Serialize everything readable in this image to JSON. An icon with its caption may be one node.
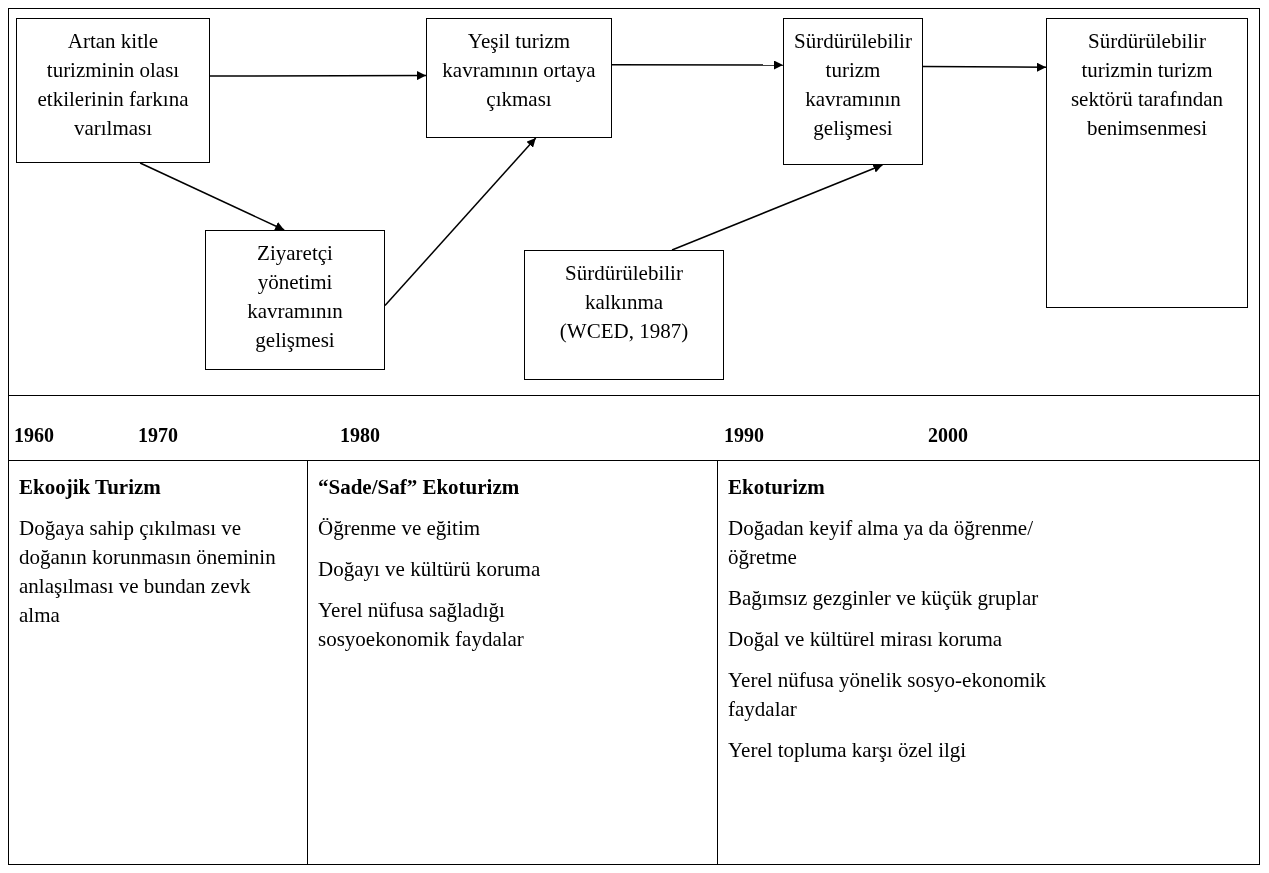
{
  "diagram": {
    "nodes": [
      {
        "text": [
          "Artan kitle turizminin olası etkilerinin farkına varılması"
        ]
      },
      {
        "text": [
          "Yeşil turizm kavramının ortaya çıkması"
        ]
      },
      {
        "text": [
          "Sürdürülebilir turizm kavramının gelişmesi"
        ]
      },
      {
        "text": [
          "Sürdürülebilir turizmin turizm sektörü tarafından benimsenmesi"
        ]
      },
      {
        "text": [
          "Ziyaretçi yönetimi kavramının gelişmesi"
        ]
      },
      {
        "text": [
          "Sürdürülebilir kalkınma (WCED, 1987)"
        ]
      },
      {
        "text": [
          "Ekoojik Turizm",
          "Doğaya sahip çıkılması ve doğanın korunmasın öneminin anlaşılması ve bundan zevk alma"
        ]
      },
      {
        "text": [
          "“Sade/Saf” Ekoturizm",
          "Öğrenme ve eğitim",
          "Doğayı ve kültürü koruma",
          "Yerel nüfusa sağladığı sosyoekonomik faydalar"
        ]
      },
      {
        "text": [
          "Ekoturizm",
          "Doğadan keyif alma ya da öğrenme/öğretme",
          "Bağımsız gezginler ve küçük gruplar",
          "Doğal ve kültürel mirası koruma",
          "Yerel nüfusa yönelik sosyo-ekonomik faydalar",
          "Yerel topluma karşı özel ilgi"
        ]
      }
    ],
    "edges": [
      {
        "from": 0,
        "to": 1,
        "arrow": "to"
      },
      {
        "from": 1,
        "to": 2,
        "arrow": "to"
      },
      {
        "from": 2,
        "to": 3,
        "arrow": "to"
      },
      {
        "from": 0,
        "to": 4,
        "arrow": "to"
      },
      {
        "from": 4,
        "to": 1,
        "arrow": "to"
      },
      {
        "from": 5,
        "to": 2,
        "arrow": "to"
      }
    ],
    "labels": [
      "1960",
      "1970",
      "1980",
      "1990",
      "2000"
    ]
  }
}
